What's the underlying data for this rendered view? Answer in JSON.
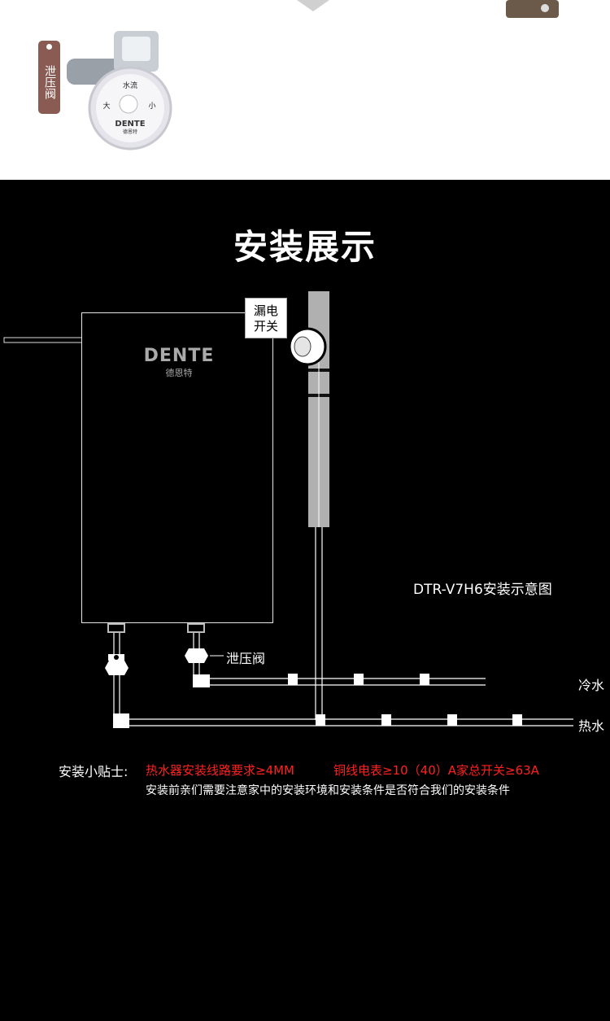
{
  "product_photo": {
    "valve_tag": "泄压阀",
    "knob_top": "水流",
    "knob_left": "大",
    "knob_right": "小",
    "knob_brand": "DENTE",
    "knob_brand_cn": "德恩特"
  },
  "section_title": "安装展示",
  "diagram": {
    "heater_brand": "DENTE",
    "heater_brand_cn": "德恩特",
    "leak_switch_line1": "漏电",
    "leak_switch_line2": "开关",
    "model_caption": "DTR-V7H6安装示意图",
    "relief_valve_label": "泄压阀",
    "cold_water_label": "冷水",
    "hot_water_label": "热水"
  },
  "tips": {
    "title": "安装小贴士:",
    "req1": "热水器安装线路要求≥4MM",
    "req2": "铜线电表≥10（40）A家总开关≥63A",
    "note": "安装前亲们需要注意家中的安装环境和安装条件是否符合我们的安装条件"
  },
  "colors": {
    "background": "#000000",
    "warning_red": "#ff2020",
    "pipe_gray": "#b0b0b0"
  }
}
